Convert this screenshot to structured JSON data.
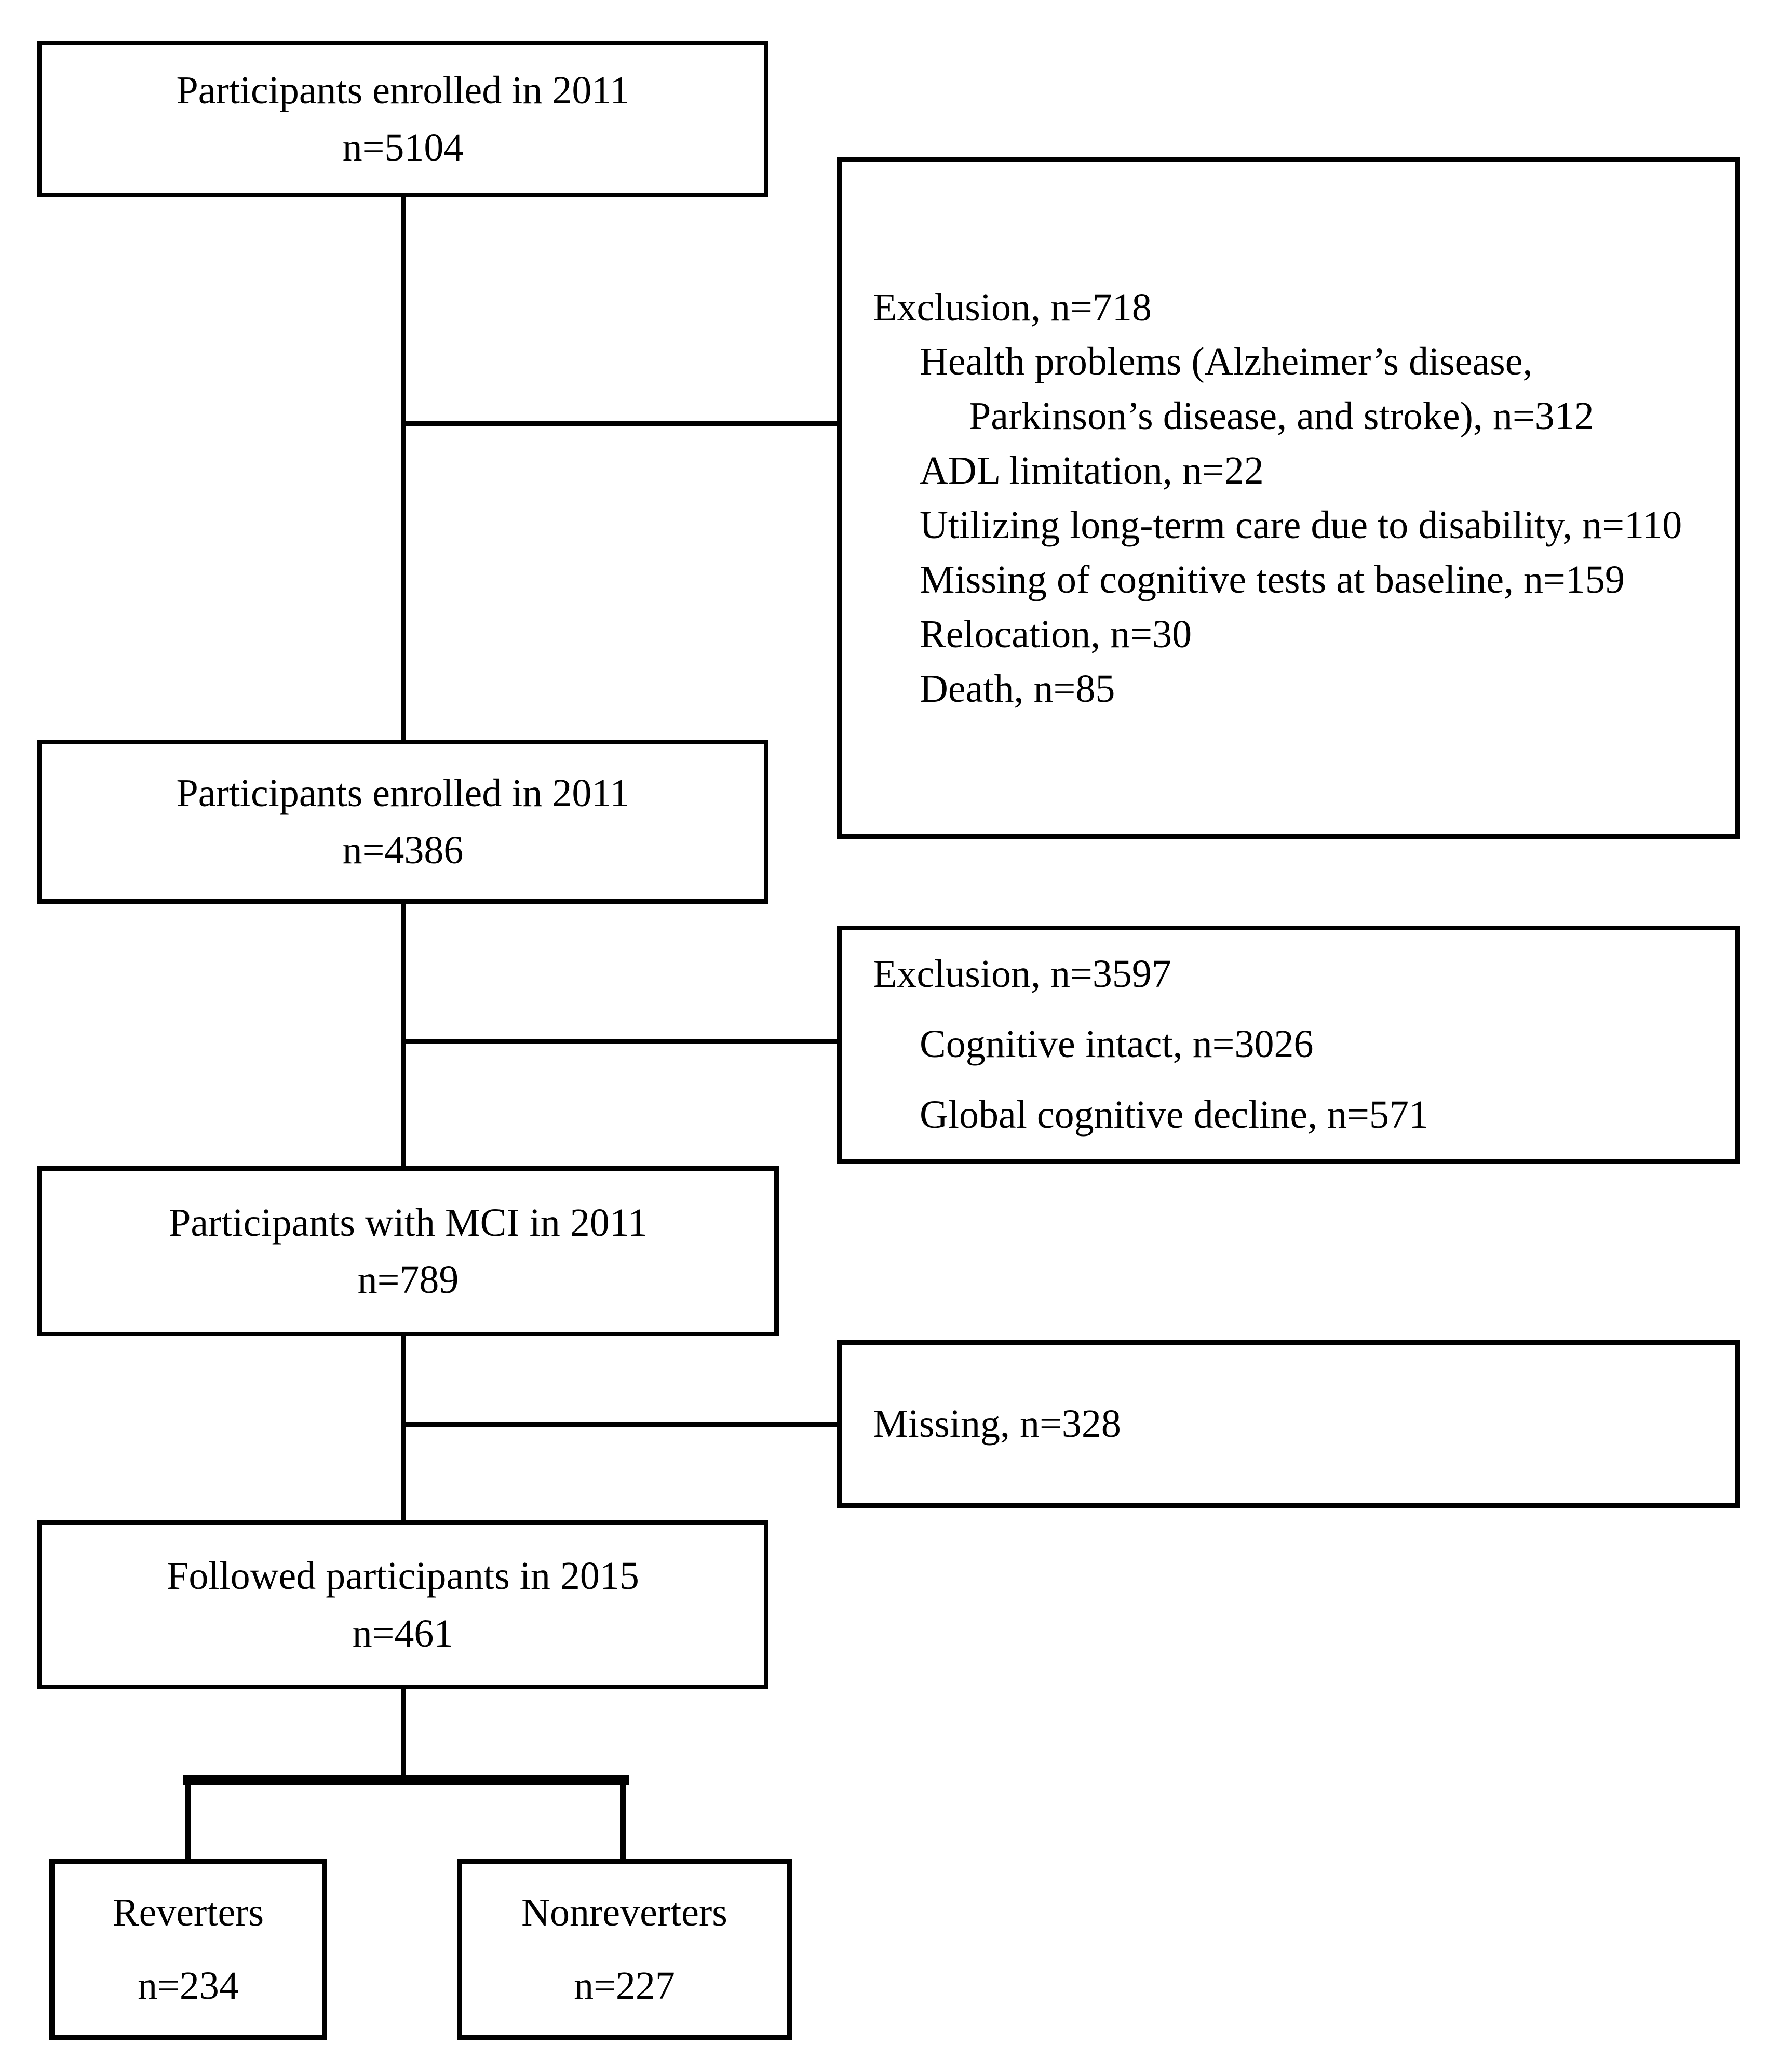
{
  "diagram": {
    "type": "participant-flowchart",
    "background_color": "#ffffff",
    "line_color": "#000000",
    "boxes": {
      "enrolled_initial": {
        "line1": "Participants enrolled in 2011",
        "line2": "n=5104"
      },
      "exclusion_718": {
        "title": "Exclusion, n=718",
        "items": [
          "Health problems (Alzheimer’s disease,",
          "Parkinson’s disease, and stroke), n=312",
          "ADL limitation, n=22",
          "Utilizing long-term care due to disability, n=110",
          "Missing of cognitive tests at baseline, n=159",
          "Relocation, n=30",
          "Death, n=85"
        ]
      },
      "enrolled_after_exclusion": {
        "line1": "Participants enrolled in 2011",
        "line2": "n=4386"
      },
      "exclusion_3597": {
        "title": "Exclusion, n=3597",
        "items": [
          "Cognitive intact, n=3026",
          "Global cognitive decline, n=571"
        ]
      },
      "mci": {
        "line1": "Participants with MCI in 2011",
        "line2": "n=789"
      },
      "missing": {
        "title": "Missing, n=328"
      },
      "followed": {
        "line1": "Followed participants in 2015",
        "line2": "n=461"
      },
      "reverters": {
        "line1": "Reverters",
        "line2": "n=234"
      },
      "nonreverters": {
        "line1": "Nonreverters",
        "line2": "n=227"
      }
    }
  }
}
